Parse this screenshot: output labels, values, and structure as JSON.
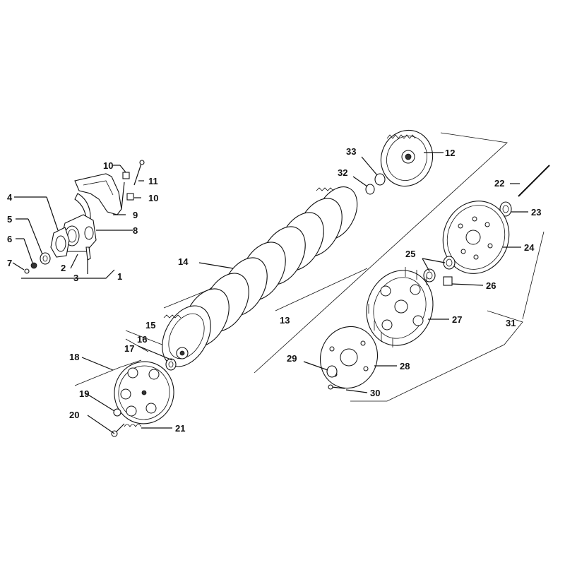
{
  "diagram": {
    "type": "exploded-parts-view",
    "callouts": [
      "1",
      "2",
      "3",
      "4",
      "5",
      "6",
      "7",
      "8",
      "9",
      "10",
      "11",
      "12",
      "13",
      "14",
      "15",
      "16",
      "17",
      "18",
      "19",
      "20",
      "21",
      "22",
      "23",
      "24",
      "25",
      "26",
      "27",
      "28",
      "29",
      "30",
      "31",
      "32",
      "33"
    ]
  }
}
